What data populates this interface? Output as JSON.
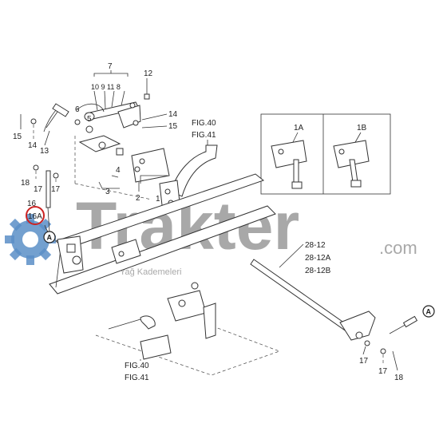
{
  "watermark": {
    "brand": "Trakter",
    "domain": ".com",
    "subtitle": "Yağ Kademeleri"
  },
  "figure_refs": {
    "top": [
      "FIG.40",
      "FIG.41"
    ],
    "bottom": [
      "FIG.40",
      "FIG.41"
    ]
  },
  "variant_labels": [
    "1A",
    "1B"
  ],
  "callouts": {
    "group_7": "7",
    "sub_7": "10 9 11 8",
    "n12": "12",
    "n14a": "14",
    "n15a": "15",
    "n15b": "15",
    "n14b": "14",
    "n13": "13",
    "n6": "6",
    "n5": "5",
    "n4": "4",
    "n3": "3",
    "n2": "2",
    "n1": "1",
    "n18a": "18",
    "n17a": "17",
    "n17b": "17",
    "n16": "16",
    "n16A": "16A",
    "n28_12": "28-12",
    "n28_12A": "28-12A",
    "n28_12B": "28-12B",
    "n17c": "17",
    "n17d": "17",
    "n18b": "18",
    "markerA_left": "A",
    "markerA_right": "A"
  },
  "colors": {
    "highlight_circle": "#cc2222",
    "watermark": "#9a9a9a",
    "gear": "#5b8fc7"
  }
}
